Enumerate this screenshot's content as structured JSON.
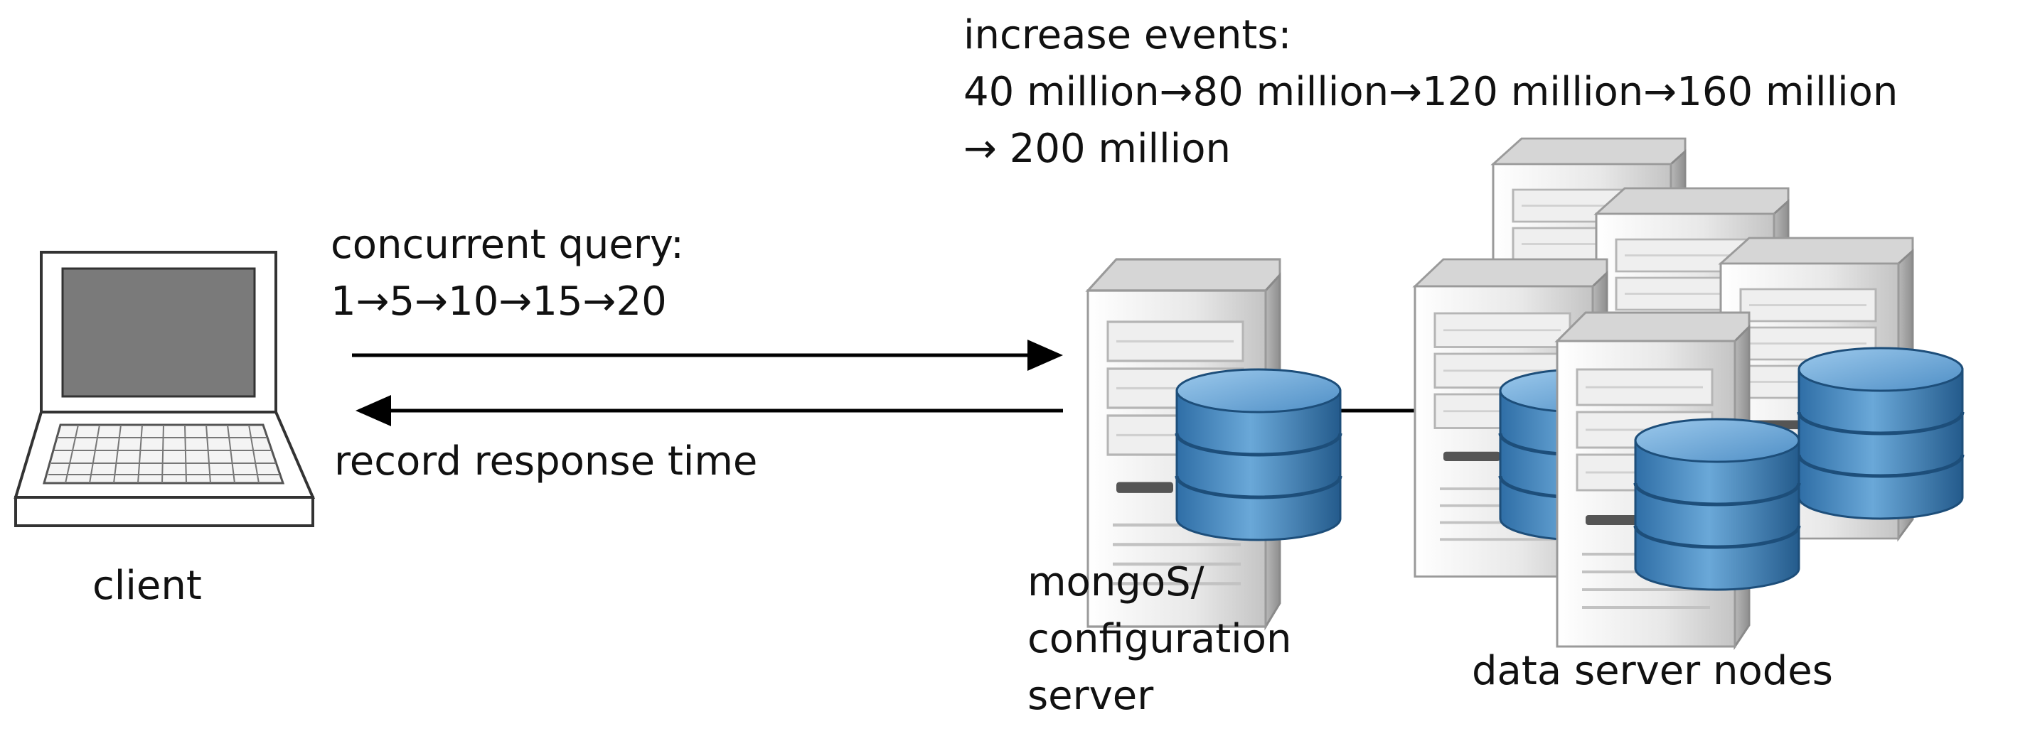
{
  "labels": {
    "increase_events_title": "increase events:",
    "increase_events_line1": "40 million→80 million→120 million→160 million",
    "increase_events_line2": "→ 200 million",
    "concurrent_query_title": "concurrent query:",
    "concurrent_query_values": "1→5→10→15→20",
    "record_response_time": "record response time",
    "client": "client",
    "mongos_line1": "mongoS/",
    "mongos_line2": "configuration",
    "mongos_line3": "server",
    "data_server_nodes": "data server nodes"
  },
  "icons": {
    "client": "laptop-icon",
    "mongos": "server-with-database-icon",
    "data_nodes": "server-cluster-icon"
  },
  "colors": {
    "db_blue": "#4a86bf",
    "server_gray": "#dcdcdc",
    "line": "#000000"
  }
}
